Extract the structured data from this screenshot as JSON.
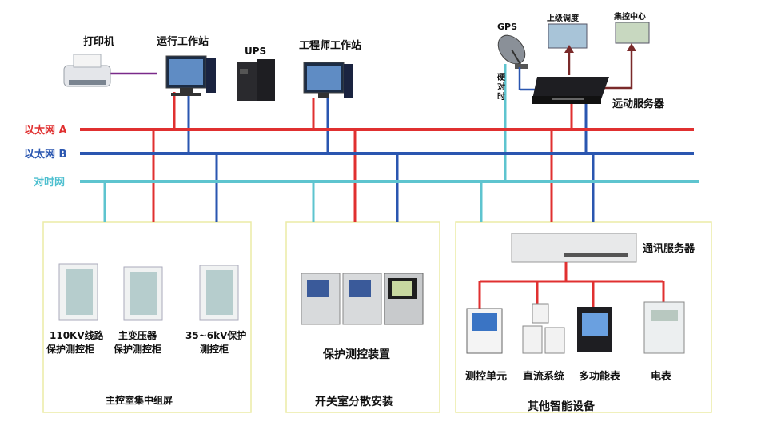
{
  "colors": {
    "ethernet_a": "#e03030",
    "ethernet_b": "#2a56b0",
    "time_sync": "#5ec4cf",
    "printer_link": "#7a2a8a",
    "remote_link": "#7a2a2a",
    "box_border": "#e8e8a0"
  },
  "networks": {
    "ethernet_a": "以太网 A",
    "ethernet_b": "以太网 B",
    "time_sync": "对时网"
  },
  "top_devices": {
    "printer": "打印机",
    "operator_station": "运行工作站",
    "ups": "UPS",
    "engineer_station": "工程师工作站",
    "gps": "GPS",
    "time_sync_vertical": [
      "硬",
      "对",
      "时"
    ],
    "upper_dispatch": "上级调度",
    "control_center": "集控中心",
    "telecontrol_server": "远动服务器"
  },
  "groups": {
    "main_control": {
      "title": "主控室集中组屏",
      "cabinets": [
        {
          "line1": "110KV线路",
          "line2": "保护测控柜"
        },
        {
          "line1": "主变压器",
          "line2": "保护测控柜"
        },
        {
          "line1": "35~6kV保护",
          "line2": "测控柜"
        }
      ]
    },
    "switchgear": {
      "title": "开关室分散安装",
      "device_label": "保护测控装置"
    },
    "other": {
      "title": "其他智能设备",
      "comm_server": "通讯服务器",
      "devices": [
        "测控单元",
        "直流系统",
        "多功能表",
        "电表"
      ]
    }
  }
}
